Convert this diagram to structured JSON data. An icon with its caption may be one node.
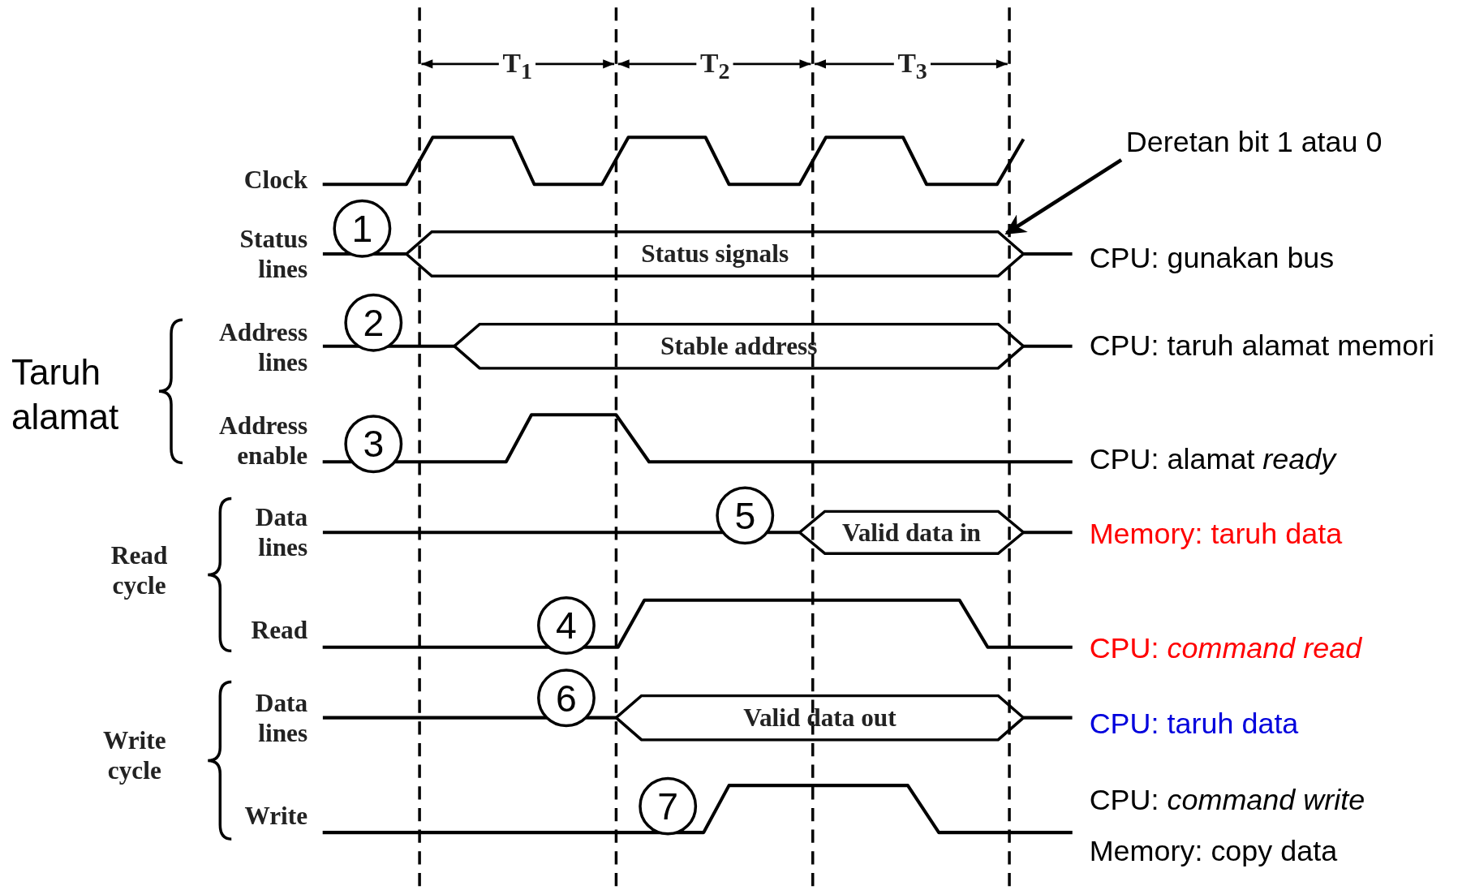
{
  "diagram": {
    "nodes": [
      {
        "text": [
          "Deretan bit 1 atau 0"
        ]
      },
      {
        "text": [
          "1"
        ]
      },
      {
        "text": [
          "2"
        ]
      },
      {
        "text": [
          "3"
        ]
      },
      {
        "text": [
          "5"
        ]
      },
      {
        "text": [
          "4"
        ]
      },
      {
        "text": [
          "6"
        ]
      },
      {
        "text": [
          "7"
        ]
      },
      {
        "text": [
          "Status signals"
        ]
      },
      {
        "text": [
          "Stable address"
        ]
      },
      {
        "text": [
          "Valid data in"
        ]
      },
      {
        "text": [
          "Valid data out"
        ]
      }
    ],
    "edges": [
      {
        "from": 0,
        "to": 8,
        "arrow": "to"
      }
    ],
    "labels": [
      "T$_{1}$",
      "T$_{2}$",
      "T$_{3}$",
      "Clock",
      "Status lines",
      "CPU: gunakan bus",
      "Taruh alamat",
      "Address lines",
      "CPU: taruh alamat memori",
      "Address enable",
      "CPU: alamat *ready*",
      "Read cycle",
      "Data lines",
      "Memory: taruh data",
      "Read",
      "CPU: *command read*",
      "Write cycle",
      "Data lines",
      "CPU: taruh data",
      "Write",
      "CPU: *command write*",
      "Memory: copy data"
    ]
  }
}
